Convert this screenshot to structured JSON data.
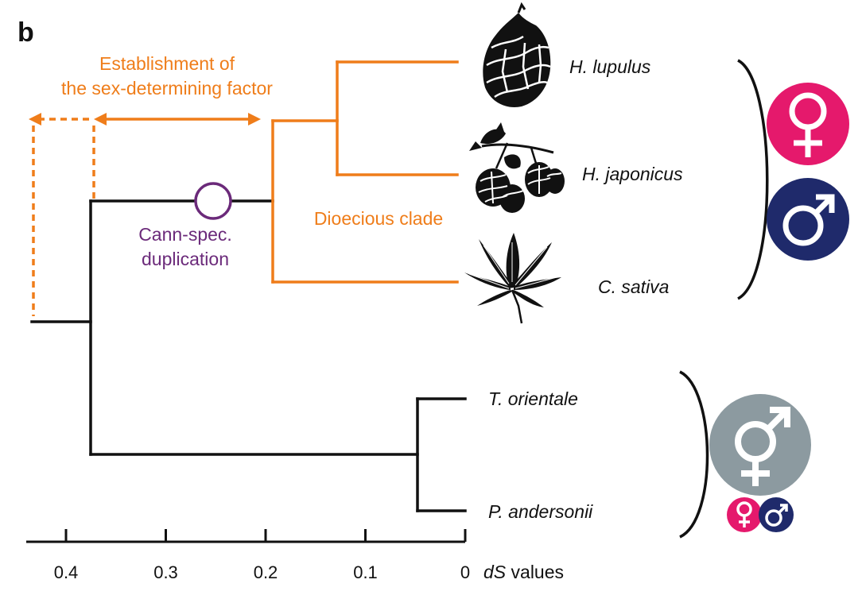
{
  "panel_label": "b",
  "annotations": {
    "establishment_line1": "Establishment of",
    "establishment_line2": "the sex-determining factor",
    "dioecious_clade": "Dioecious clade",
    "duplication_line1": "Cann-spec.",
    "duplication_line2": "duplication"
  },
  "species": [
    {
      "name": "H. lupulus",
      "group": "dioecious",
      "silhouette": "hop-cone-icon"
    },
    {
      "name": "H. japonicus",
      "group": "dioecious",
      "silhouette": "hop-branch-icon"
    },
    {
      "name": "C. sativa",
      "group": "dioecious",
      "silhouette": "cannabis-leaf-icon"
    },
    {
      "name": "T. orientale",
      "group": "monoecious-or-hermaphrodite",
      "silhouette": null
    },
    {
      "name": "P. andersonii",
      "group": "monoecious-or-hermaphrodite",
      "silhouette": null
    }
  ],
  "axis": {
    "ticks": [
      {
        "value": 0.4,
        "label": "0.4"
      },
      {
        "value": 0.3,
        "label": "0.3"
      },
      {
        "value": 0.2,
        "label": "0.2"
      },
      {
        "value": 0.1,
        "label": "0.1"
      },
      {
        "value": 0,
        "label": "0"
      }
    ],
    "label_italic": "dS",
    "label_rest": " values",
    "range": [
      0.44,
      0
    ]
  },
  "icons": {
    "dioecious": [
      "female-symbol-icon",
      "male-symbol-icon"
    ],
    "other": [
      "hermaphrodite-symbol-icon",
      "small-female-symbol-icon",
      "small-male-symbol-icon"
    ]
  },
  "colors": {
    "orange": "#ef7d1a",
    "purple": "#6b2a7a",
    "black": "#111111",
    "pink": "#e5196c",
    "navy": "#1f2a6b",
    "grey": "#8c9aa0"
  }
}
